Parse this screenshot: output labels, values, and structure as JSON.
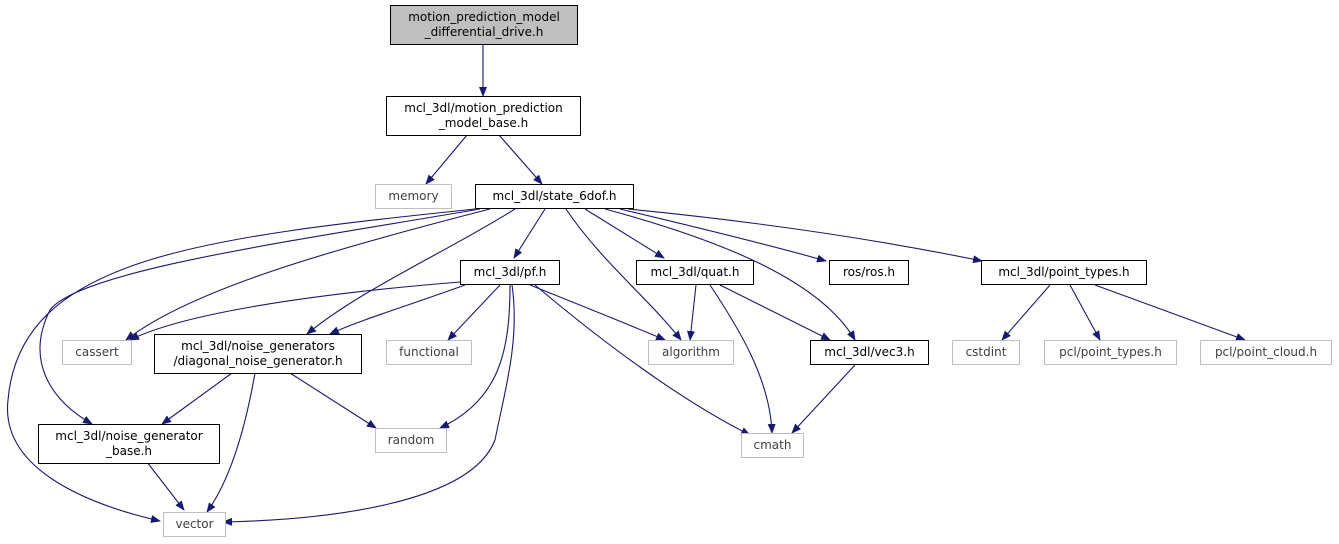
{
  "nodes": {
    "root": {
      "line1": "motion_prediction_model",
      "line2": "_differential_drive.h"
    },
    "mpm_base": {
      "line1": "mcl_3dl/motion_prediction",
      "line2": "_model_base.h"
    },
    "memory": {
      "line1": "memory"
    },
    "state6dof": {
      "line1": "mcl_3dl/state_6dof.h"
    },
    "pf": {
      "line1": "mcl_3dl/pf.h"
    },
    "quat": {
      "line1": "mcl_3dl/quat.h"
    },
    "ros": {
      "line1": "ros/ros.h"
    },
    "point_types": {
      "line1": "mcl_3dl/point_types.h"
    },
    "cassert": {
      "line1": "cassert"
    },
    "diag_noise": {
      "line1": "mcl_3dl/noise_generators",
      "line2": "/diagonal_noise_generator.h"
    },
    "functional": {
      "line1": "functional"
    },
    "algorithm": {
      "line1": "algorithm"
    },
    "vec3": {
      "line1": "mcl_3dl/vec3.h"
    },
    "cstdint": {
      "line1": "cstdint"
    },
    "pcl_point_types": {
      "line1": "pcl/point_types.h"
    },
    "pcl_point_cloud": {
      "line1": "pcl/point_cloud.h"
    },
    "noise_base": {
      "line1": "mcl_3dl/noise_generator",
      "line2": "_base.h"
    },
    "random": {
      "line1": "random"
    },
    "cmath": {
      "line1": "cmath"
    },
    "vector": {
      "line1": "vector"
    }
  },
  "colors": {
    "edge": "#191970",
    "root_fill": "#bfbfbf",
    "external_border": "#bfbfbf"
  }
}
